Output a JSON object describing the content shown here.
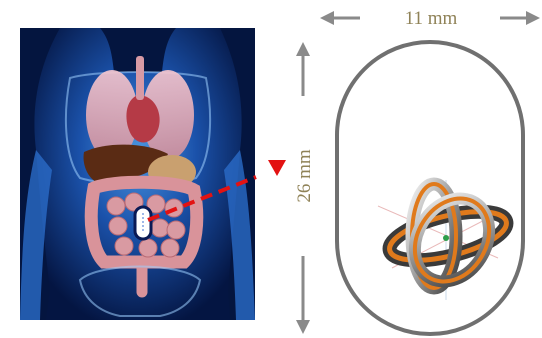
{
  "dimensions": {
    "width_label": "11 mm",
    "length_label": "26 mm"
  },
  "figure": {
    "left_panel": "human-anatomy-with-ingested-capsule",
    "right_panel": "capsule-outline-with-coil-antenna"
  },
  "colors": {
    "label_text": "#8f8257",
    "arrow": "#8a8a8a",
    "pointer": "#e31212",
    "capsule_outline": "#707070",
    "body_background": "#04153f",
    "coil_orange": "#e07a1c",
    "coil_silver": "#cfcfcf"
  },
  "icons": [
    "double-arrow-horizontal-icon",
    "double-arrow-vertical-icon",
    "red-pointer-arrow-icon",
    "coil-antenna-icon"
  ]
}
